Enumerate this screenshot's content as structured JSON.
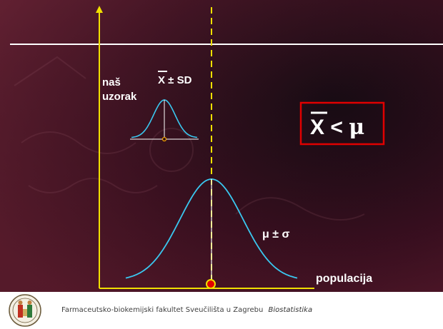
{
  "sample_label": {
    "line1": "naš",
    "line2": "uzorak"
  },
  "sample_formula": {
    "xbar": "X",
    "suffix": " ± SD"
  },
  "comparison": {
    "xbar": "X",
    "rel": " < ",
    "mu": "μ"
  },
  "population_formula": "μ ± σ",
  "population_label": "populacija",
  "footer": {
    "institution": "Farmaceutsko-biokemijski fakultet Sveučilišta u Zagrebu",
    "course": "Biostatistika"
  },
  "colors": {
    "axis": "#f0e000",
    "curve": "#3ac8f0",
    "box_border": "#e00000",
    "text": "#ffffff",
    "mean_marker": "#e00000"
  },
  "icons": {
    "seal": "university-seal-icon"
  }
}
